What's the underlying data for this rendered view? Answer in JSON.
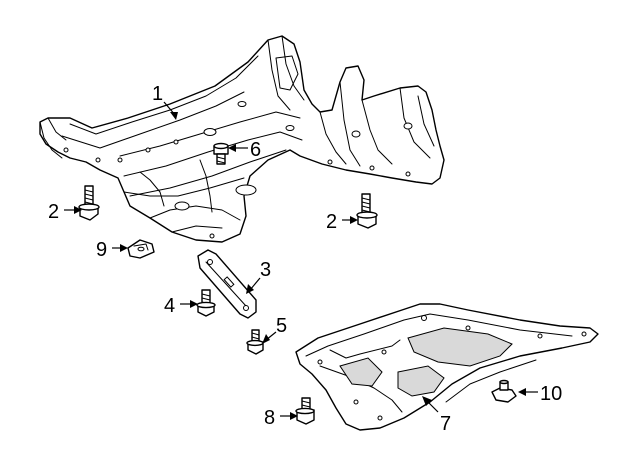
{
  "callouts": {
    "c1": "1",
    "c2a": "2",
    "c2b": "2",
    "c3": "3",
    "c4": "4",
    "c5": "5",
    "c6": "6",
    "c7": "7",
    "c8": "8",
    "c9": "9",
    "c10": "10"
  },
  "colors": {
    "line": "#000000",
    "background": "#ffffff",
    "shade": "#d9d9d9"
  }
}
